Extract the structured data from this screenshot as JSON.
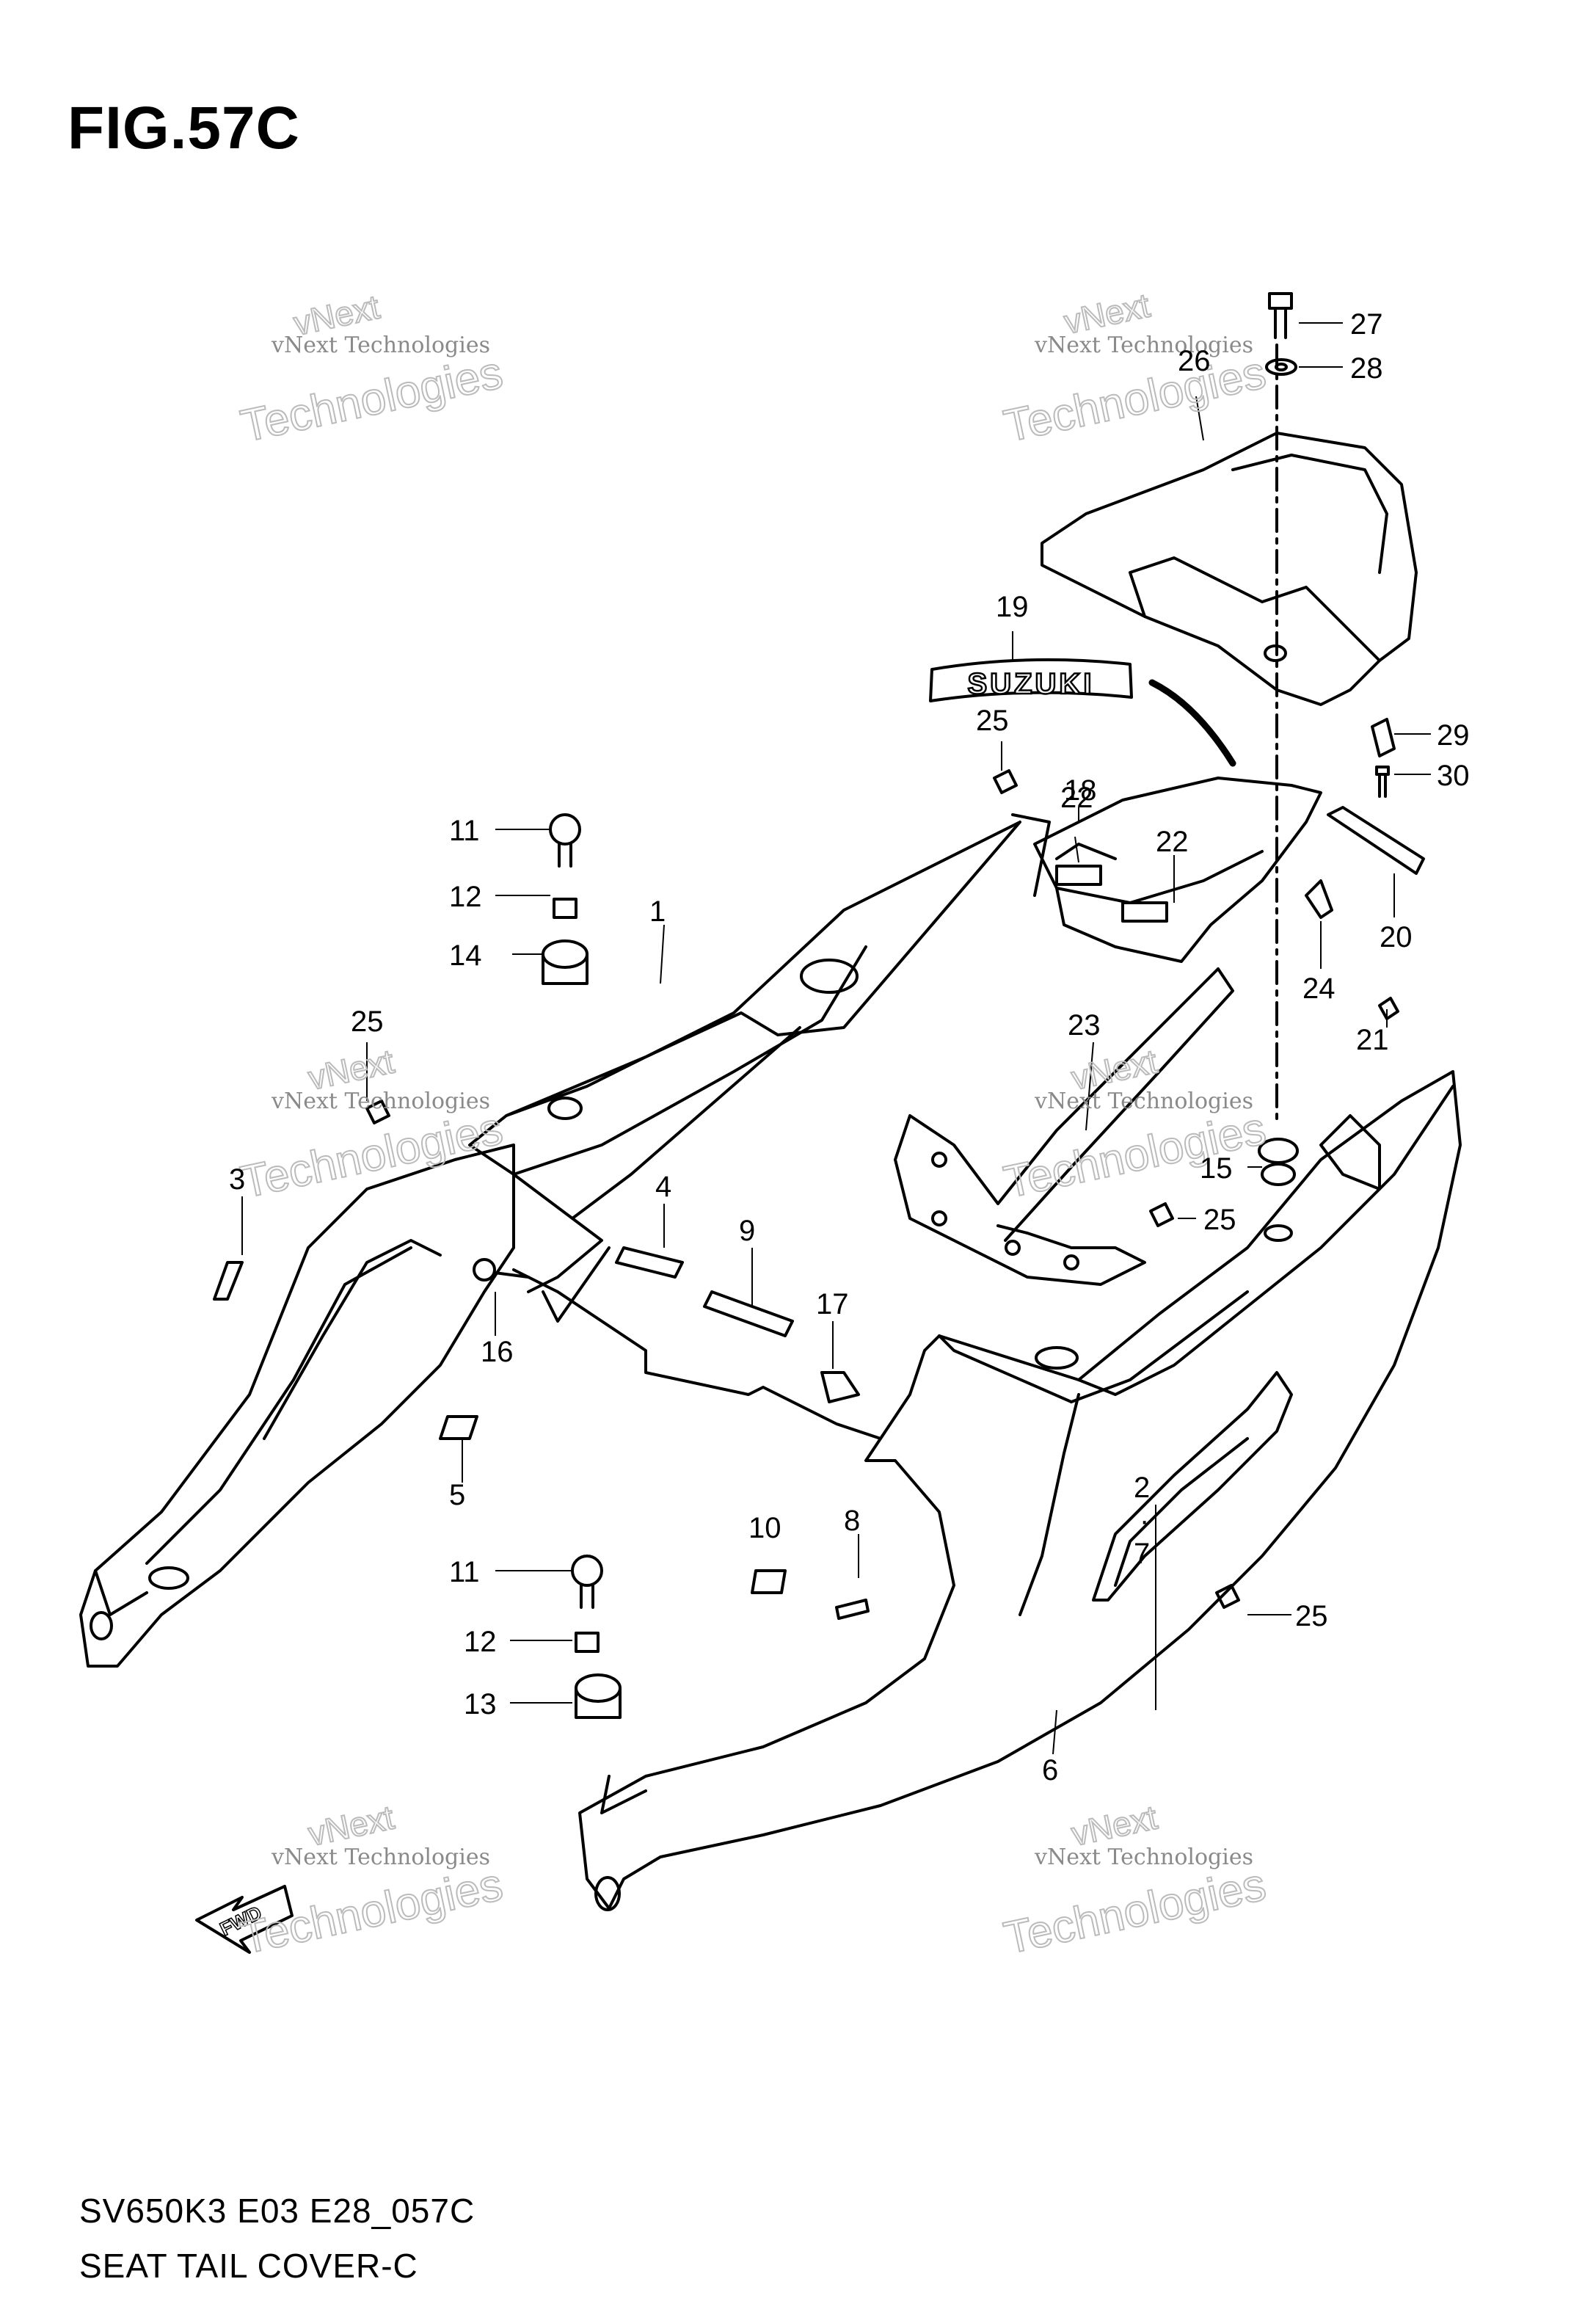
{
  "figure": {
    "title": "FIG.57C",
    "code": "SV650K3 E03 E28_057C",
    "name": "SEAT TAIL COVER-C"
  },
  "watermark": {
    "line1": "vNext Technologies",
    "line2": "vNext",
    "line3": "Technologies"
  },
  "badges": {
    "brand": "SUZUKI",
    "fwd": "FWD"
  },
  "callouts": [
    {
      "id": "c1",
      "label": "1"
    },
    {
      "id": "c2",
      "label": "2"
    },
    {
      "id": "c2dot",
      "label": "·"
    },
    {
      "id": "c7",
      "label": "7"
    },
    {
      "id": "c3",
      "label": "3"
    },
    {
      "id": "c4",
      "label": "4"
    },
    {
      "id": "c5",
      "label": "5"
    },
    {
      "id": "c6",
      "label": "6"
    },
    {
      "id": "c8",
      "label": "8"
    },
    {
      "id": "c9",
      "label": "9"
    },
    {
      "id": "c10",
      "label": "10"
    },
    {
      "id": "c11a",
      "label": "11"
    },
    {
      "id": "c11b",
      "label": "11"
    },
    {
      "id": "c12a",
      "label": "12"
    },
    {
      "id": "c12b",
      "label": "12"
    },
    {
      "id": "c13",
      "label": "13"
    },
    {
      "id": "c14",
      "label": "14"
    },
    {
      "id": "c15",
      "label": "15"
    },
    {
      "id": "c16",
      "label": "16"
    },
    {
      "id": "c17",
      "label": "17"
    },
    {
      "id": "c18",
      "label": "18"
    },
    {
      "id": "c19",
      "label": "19"
    },
    {
      "id": "c20",
      "label": "20"
    },
    {
      "id": "c21",
      "label": "21"
    },
    {
      "id": "c22a",
      "label": "22"
    },
    {
      "id": "c22b",
      "label": "22"
    },
    {
      "id": "c23",
      "label": "23"
    },
    {
      "id": "c24",
      "label": "24"
    },
    {
      "id": "c25a",
      "label": "25"
    },
    {
      "id": "c25b",
      "label": "25"
    },
    {
      "id": "c25c",
      "label": "25"
    },
    {
      "id": "c25d",
      "label": "25"
    },
    {
      "id": "c26",
      "label": "26"
    },
    {
      "id": "c27",
      "label": "27"
    },
    {
      "id": "c28",
      "label": "28"
    },
    {
      "id": "c29",
      "label": "29"
    },
    {
      "id": "c30",
      "label": "30"
    }
  ]
}
